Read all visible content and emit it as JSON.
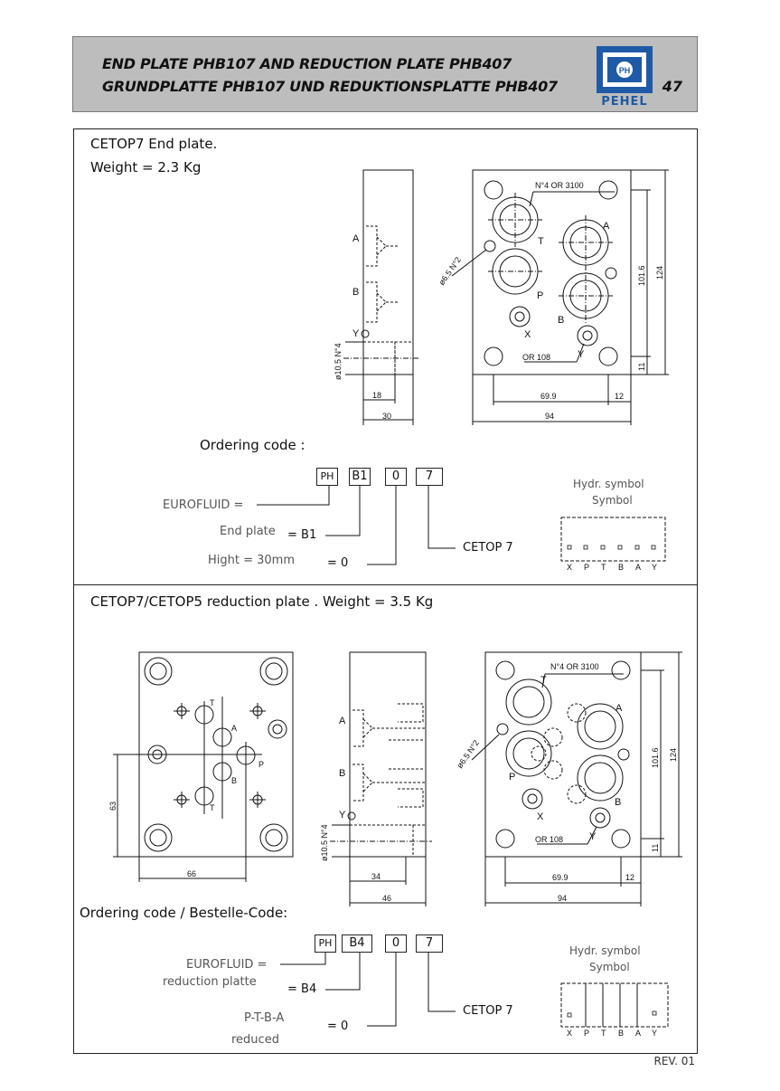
{
  "header": {
    "title_en": "END PLATE PHB107 AND REDUCTION PLATE PHB407",
    "title_de": "GRUNDPLATTE PHB107 UND REDUKTIONSPLATTE PHB407",
    "page_number": "47",
    "logo_text": "PEHEL",
    "logo_initials": "PH"
  },
  "section1": {
    "title": "CETOP7 End plate.",
    "weight": "Weight = 2.3 Kg",
    "ordering_label": "Ordering code :",
    "codes": [
      "PH",
      "B1",
      "0",
      "7"
    ],
    "eurofluid": "EUROFLUID =",
    "end_plate": "End plate",
    "end_plate_value": "= B1",
    "hight": "Hight  = 30mm",
    "hight_value": "= 0",
    "cetop": "CETOP 7",
    "hydr_symbol": "Hydr. symbol",
    "symbol": "Symbol",
    "ports": [
      "X",
      "P",
      "T",
      "B",
      "A",
      "Y"
    ],
    "dims": {
      "d18": "18",
      "d30": "30",
      "d699": "69.9",
      "d12": "12",
      "d94": "94",
      "d1016": "101.6",
      "d124": "124",
      "d11": "11",
      "d105": "ø10.5 N°4",
      "d65": "ø6.5 N°2",
      "or3100": "N°4 OR 3100",
      "or108": "OR 108",
      "pA": "A",
      "pB": "B",
      "pY": "Y",
      "pT": "T",
      "pP": "P",
      "pX": "X"
    }
  },
  "section2": {
    "title": "CETOP7/CETOP5 reduction plate . Weight = 3.5 Kg",
    "ordering_label": "Ordering code / Bestelle-Code:",
    "codes": [
      "PH",
      "B4",
      "0",
      "7"
    ],
    "eurofluid": "EUROFLUID =",
    "reduction_platte": "reduction platte",
    "reduction_value": "= B4",
    "ptba": "P-T-B-A",
    "reduced": "reduced",
    "ptba_value": "= 0",
    "cetop": "CETOP 7",
    "hydr_symbol": "Hydr. symbol",
    "symbol": "Symbol",
    "ports": [
      "X",
      "P",
      "T",
      "B",
      "A",
      "Y"
    ],
    "dims": {
      "d63": "63",
      "d66": "66",
      "d34": "34",
      "d46": "46",
      "d699": "69.9",
      "d12": "12",
      "d94": "94",
      "d1016": "101.6",
      "d124": "124",
      "d11": "11",
      "d105": "ø10.5 N°4",
      "d65": "ø6.5 N°2",
      "or3100": "N°4 OR 3100",
      "or108": "OR 108",
      "pA": "A",
      "pB": "B",
      "pY": "Y",
      "pT": "T",
      "pP": "P",
      "pX": "X"
    }
  },
  "footer": {
    "rev": "REV. 01"
  },
  "colors": {
    "header_bg": "#bdbdbd",
    "logo_blue": "#1f5aa6"
  }
}
